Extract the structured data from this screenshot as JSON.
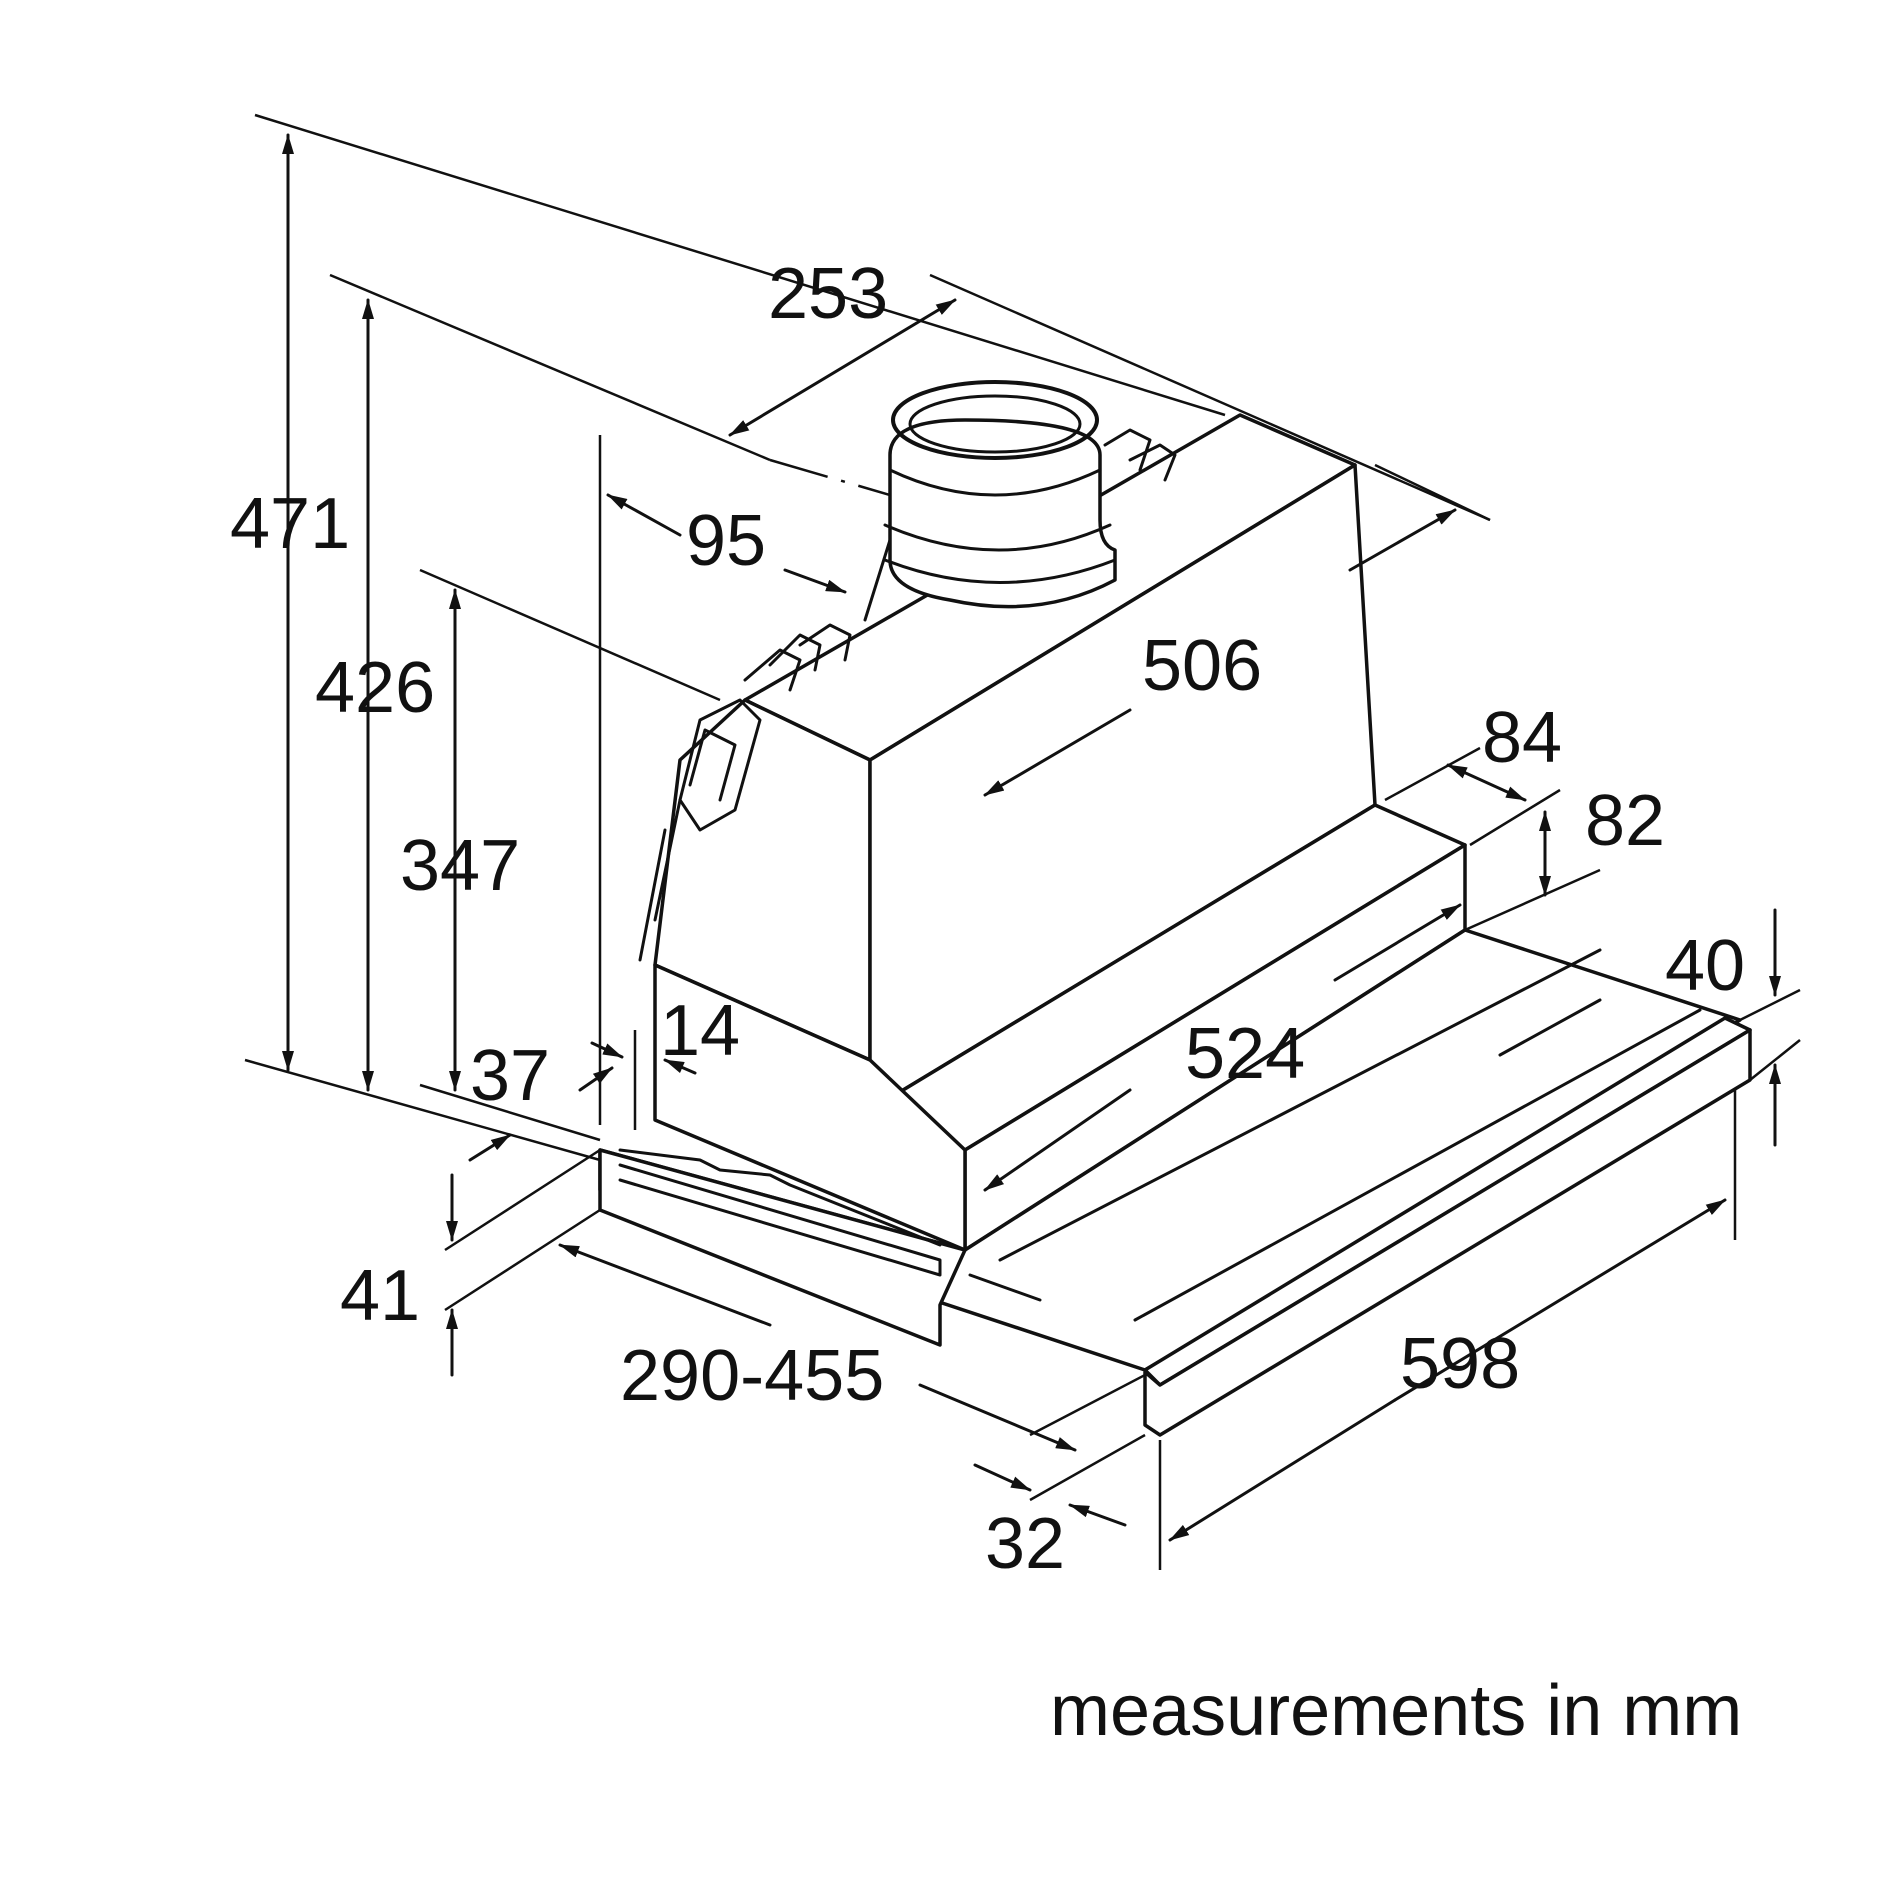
{
  "diagram": {
    "caption": "measurements in mm",
    "dimensions": {
      "total_height": "471",
      "height_426": "426",
      "height_347": "347",
      "depth_253": "253",
      "offset_95": "95",
      "width_506": "506",
      "width_524": "524",
      "width_598": "598",
      "depth_84": "84",
      "height_82": "82",
      "height_40": "40",
      "height_14": "14",
      "depth_37": "37",
      "height_41": "41",
      "extension_290_455": "290-455",
      "depth_32": "32"
    }
  }
}
